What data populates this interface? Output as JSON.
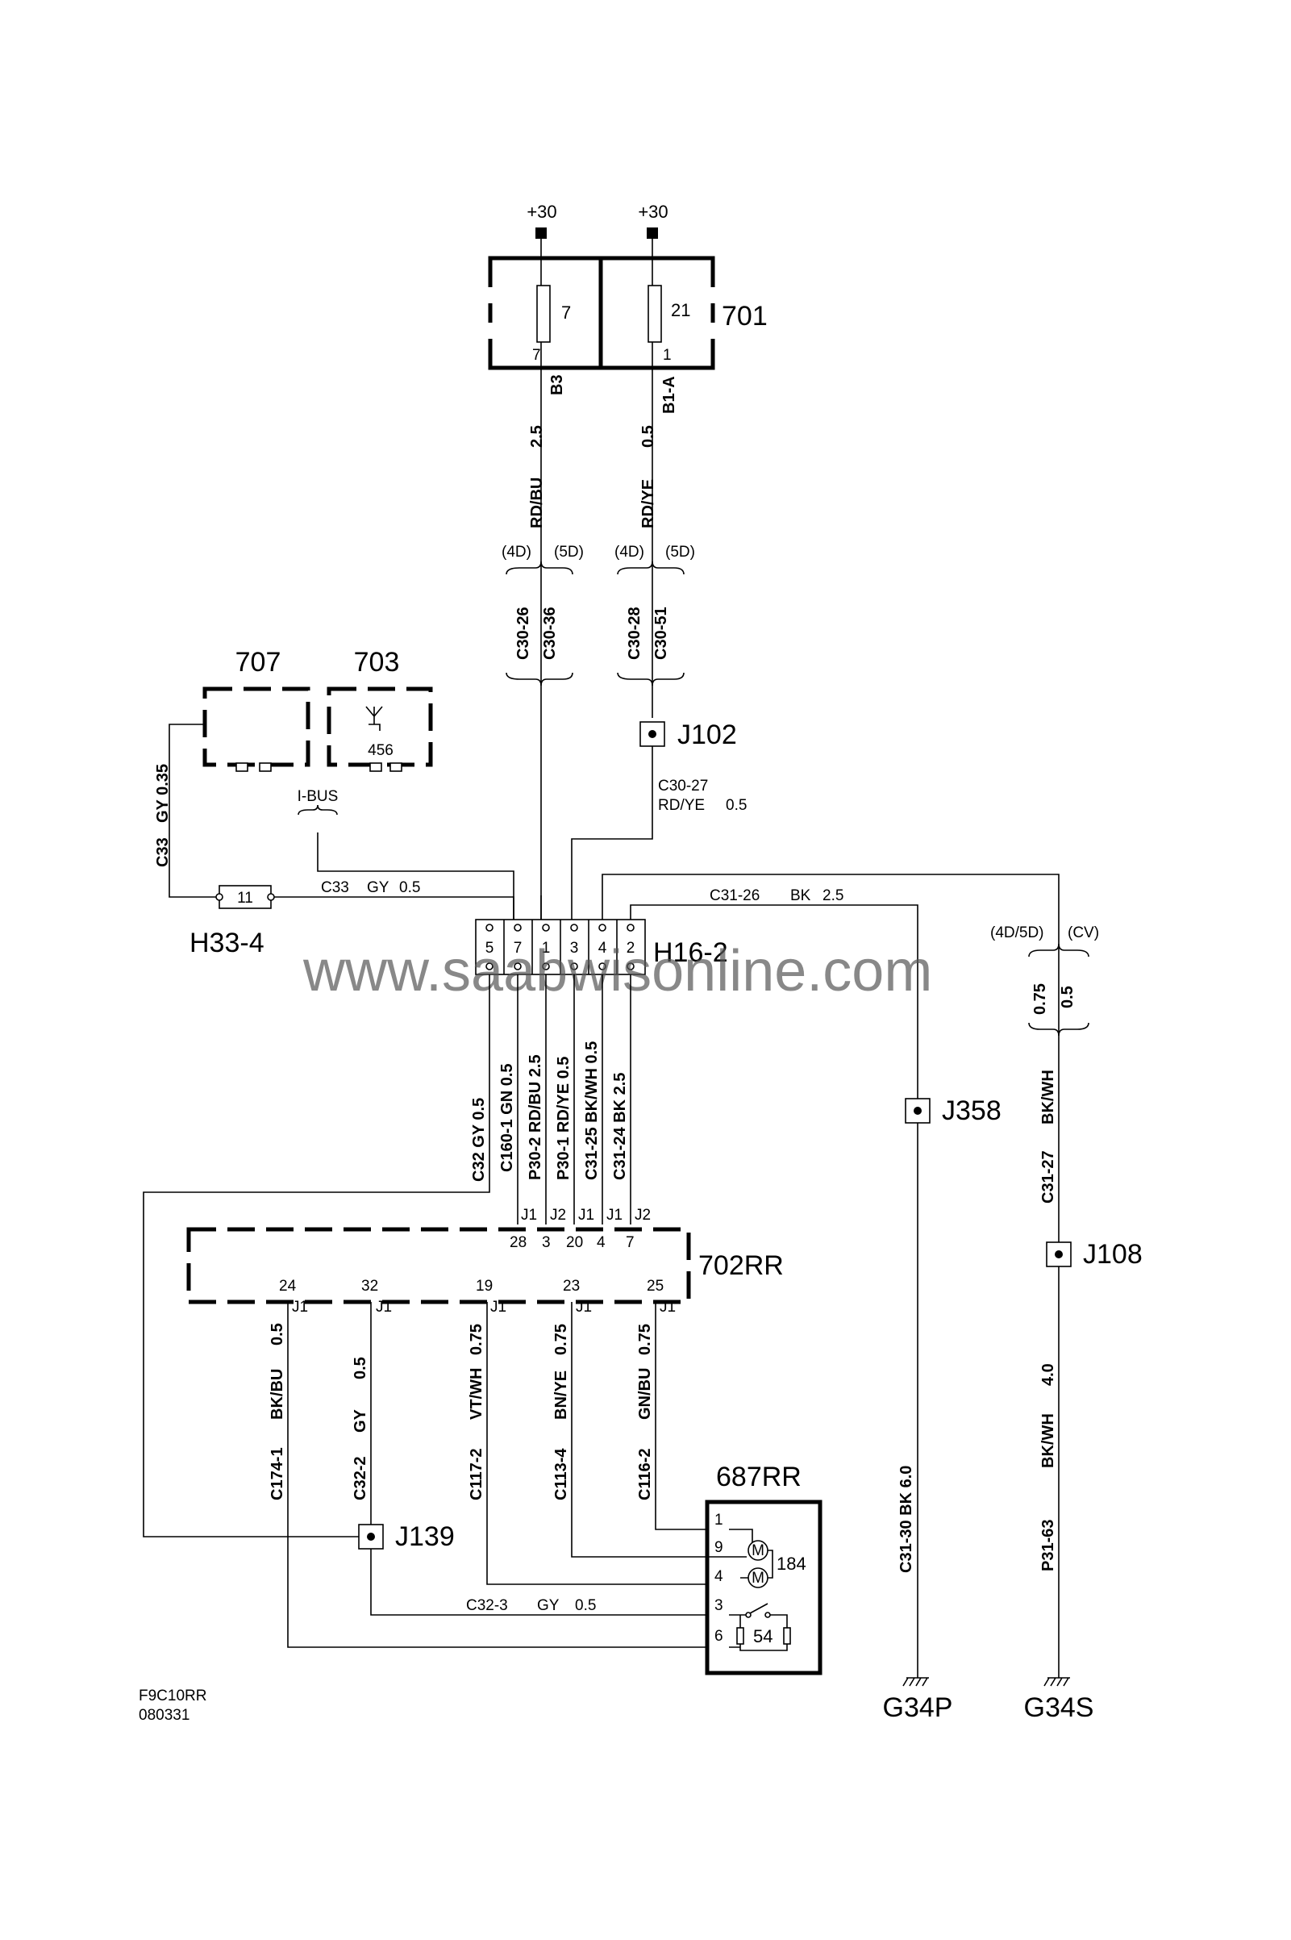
{
  "supply": {
    "left": "+30",
    "right": "+30"
  },
  "fuse_box": {
    "id": "701",
    "fuses": [
      {
        "number": "7",
        "pin": "7"
      },
      {
        "number": "21",
        "pin": "1"
      }
    ]
  },
  "wires_top": [
    {
      "conn": "B3",
      "size": "2.5",
      "color": "RD/BU",
      "variants": [
        "(4D)",
        "(5D)"
      ],
      "pins": [
        "C30-26",
        "C30-36"
      ]
    },
    {
      "conn": "B1-A",
      "size": "0.5",
      "color": "RD/YE",
      "variants": [
        "(4D)",
        "(5D)"
      ],
      "pins": [
        "C30-28",
        "C30-51"
      ]
    }
  ],
  "modules": {
    "m707": "707",
    "m703": "703",
    "antenna_num": "456"
  },
  "ibus": "I-BUS",
  "left_wire": {
    "conn": "C33",
    "spec": "GY 0.35"
  },
  "h33": {
    "id": "H33-4",
    "pin": "11",
    "wire": "C33",
    "color": "GY",
    "size": "0.5"
  },
  "j102": {
    "id": "J102",
    "wire": "C30-27",
    "spec": "RD/YE",
    "size": "0.5"
  },
  "h16": {
    "id": "H16-2",
    "pins": [
      "5",
      "7",
      "1",
      "3",
      "4",
      "2"
    ],
    "ground_wire": "C31-26",
    "ground_color": "BK",
    "ground_size": "2.5"
  },
  "cv_branch": {
    "variants": [
      "(4D/5D)",
      "(CV)"
    ],
    "sizes": [
      "0.75",
      "0.5"
    ]
  },
  "mid_wires": [
    "C32  GY 0.5",
    "C160-1 GN  0.5",
    "P30-2  RD/BU  2.5",
    "P30-1  RD/YE  0.5",
    "C31-25  BK/WH  0.5",
    "C31-24  BK  2.5"
  ],
  "j358": "J358",
  "j108": "J108",
  "right_wire": {
    "color": "BK/WH",
    "conn": "C31-27"
  },
  "module_702": {
    "id": "702RR",
    "top_pins": [
      {
        "j": "J1",
        "n": "28"
      },
      {
        "j": "J2",
        "n": "3"
      },
      {
        "j": "J1",
        "n": "20"
      },
      {
        "j": "J1",
        "n": "4"
      },
      {
        "j": "J2",
        "n": "7"
      }
    ],
    "bottom_pins": [
      {
        "j": "J1",
        "n": "24"
      },
      {
        "j": "J1",
        "n": "32"
      },
      {
        "j": "J1",
        "n": "19"
      },
      {
        "j": "J1",
        "n": "23"
      },
      {
        "j": "J1",
        "n": "25"
      }
    ]
  },
  "lower_wires": [
    {
      "size": "0.5",
      "color": "BK/BU",
      "conn": "C174-1"
    },
    {
      "size": "0.5",
      "color": "GY",
      "conn": "C32-2"
    },
    {
      "size": "0.75",
      "color": "VT/WH",
      "conn": "C117-2"
    },
    {
      "size": "0.75",
      "color": "BN/YE",
      "conn": "C113-4"
    },
    {
      "size": "0.75",
      "color": "GN/BU",
      "conn": "C116-2"
    }
  ],
  "j139": "J139",
  "c32_3": {
    "conn": "C32-3",
    "color": "GY",
    "size": "0.5"
  },
  "module_687": {
    "id": "687RR",
    "pins": [
      "1",
      "9",
      "4",
      "3",
      "6"
    ],
    "motor": "M",
    "motor_num": "184",
    "switch_num": "54"
  },
  "ground_left": {
    "wire": "C31-30  BK 6.0",
    "id": "G34P"
  },
  "ground_right": {
    "size": "4.0",
    "color": "BK/WH",
    "conn": "P31-63",
    "id": "G34S"
  },
  "footer": {
    "code": "F9C10RR",
    "date": "080331"
  },
  "watermark": "www.saabwisonline.com"
}
